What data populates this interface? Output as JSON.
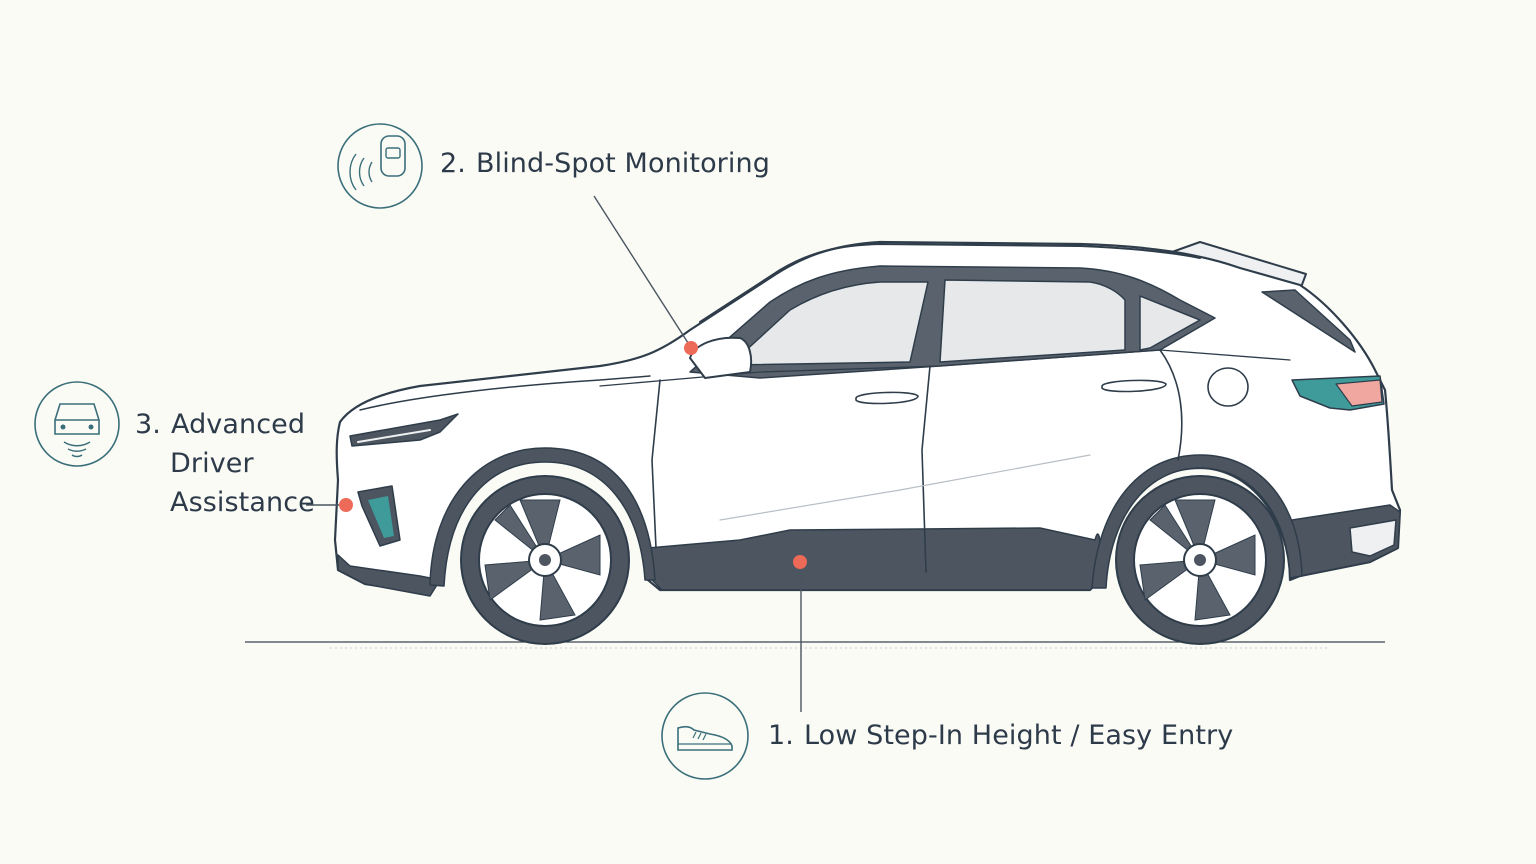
{
  "callouts": [
    {
      "number": "1.",
      "text": "Low Step-In Height / Easy Entry",
      "icon": "shoe-icon"
    },
    {
      "number": "2.",
      "text": "Blind-Spot Monitoring",
      "icon": "blind-spot-car-icon"
    },
    {
      "number": "3.",
      "lines": [
        "Advanced",
        "Driver",
        "Assistance"
      ],
      "icon": "front-car-sensor-icon"
    }
  ],
  "colors": {
    "background": "#fbfbf6",
    "outline": "#2f3d4b",
    "icon_teal": "#3a6f7a",
    "marker": "#ee6a58",
    "lower_cladding": "#4d5560",
    "accent_teal": "#3f9a9a"
  }
}
